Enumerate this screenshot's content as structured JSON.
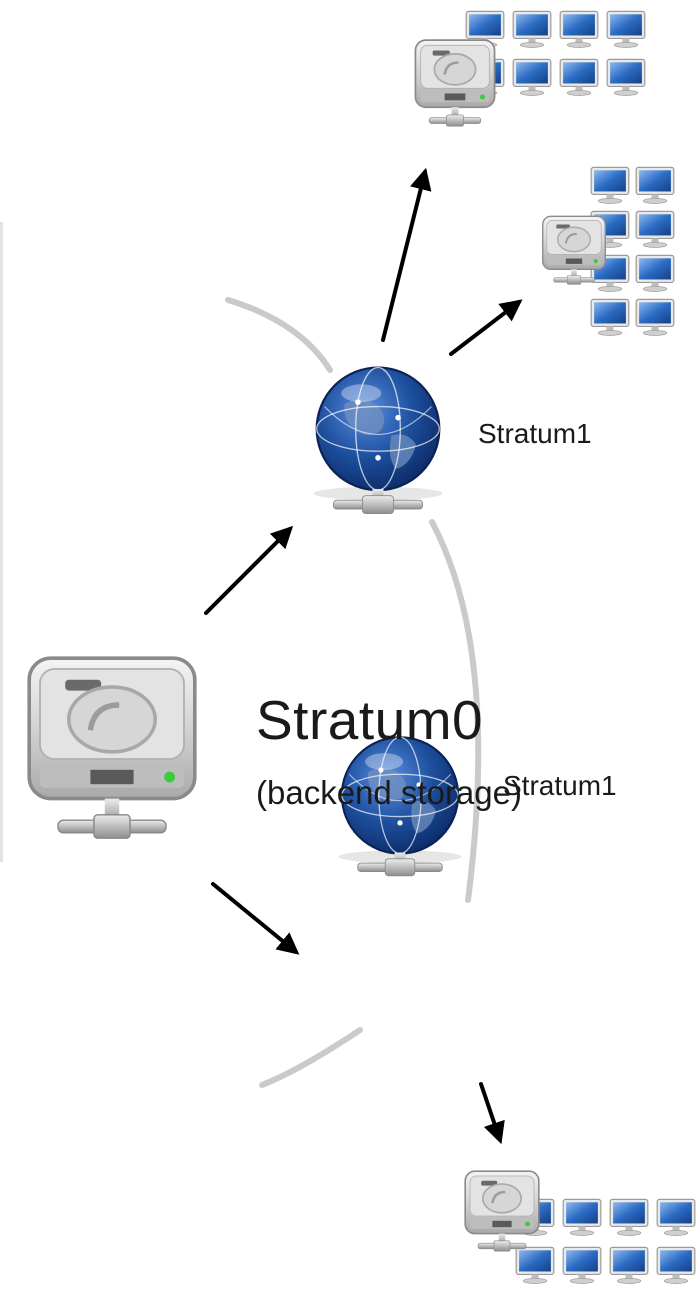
{
  "stratum0": {
    "title": "Stratum0",
    "subtitle": "(backend storage)"
  },
  "stratum1_top": {
    "label": "Stratum1"
  },
  "stratum1_bottom": {
    "label": "Stratum1"
  },
  "colors": {
    "globe": "#1d4f9e",
    "globe_dark": "#0c2a66",
    "drive": "#c8c8c8",
    "monitor_screen": "#2b6cc4",
    "arrow": "#000000",
    "arc": "#b8b8b8"
  },
  "icons": [
    "hard-drive-icon",
    "globe-server-icon",
    "monitor-icon",
    "network-connector-icon",
    "arrow-icon"
  ]
}
